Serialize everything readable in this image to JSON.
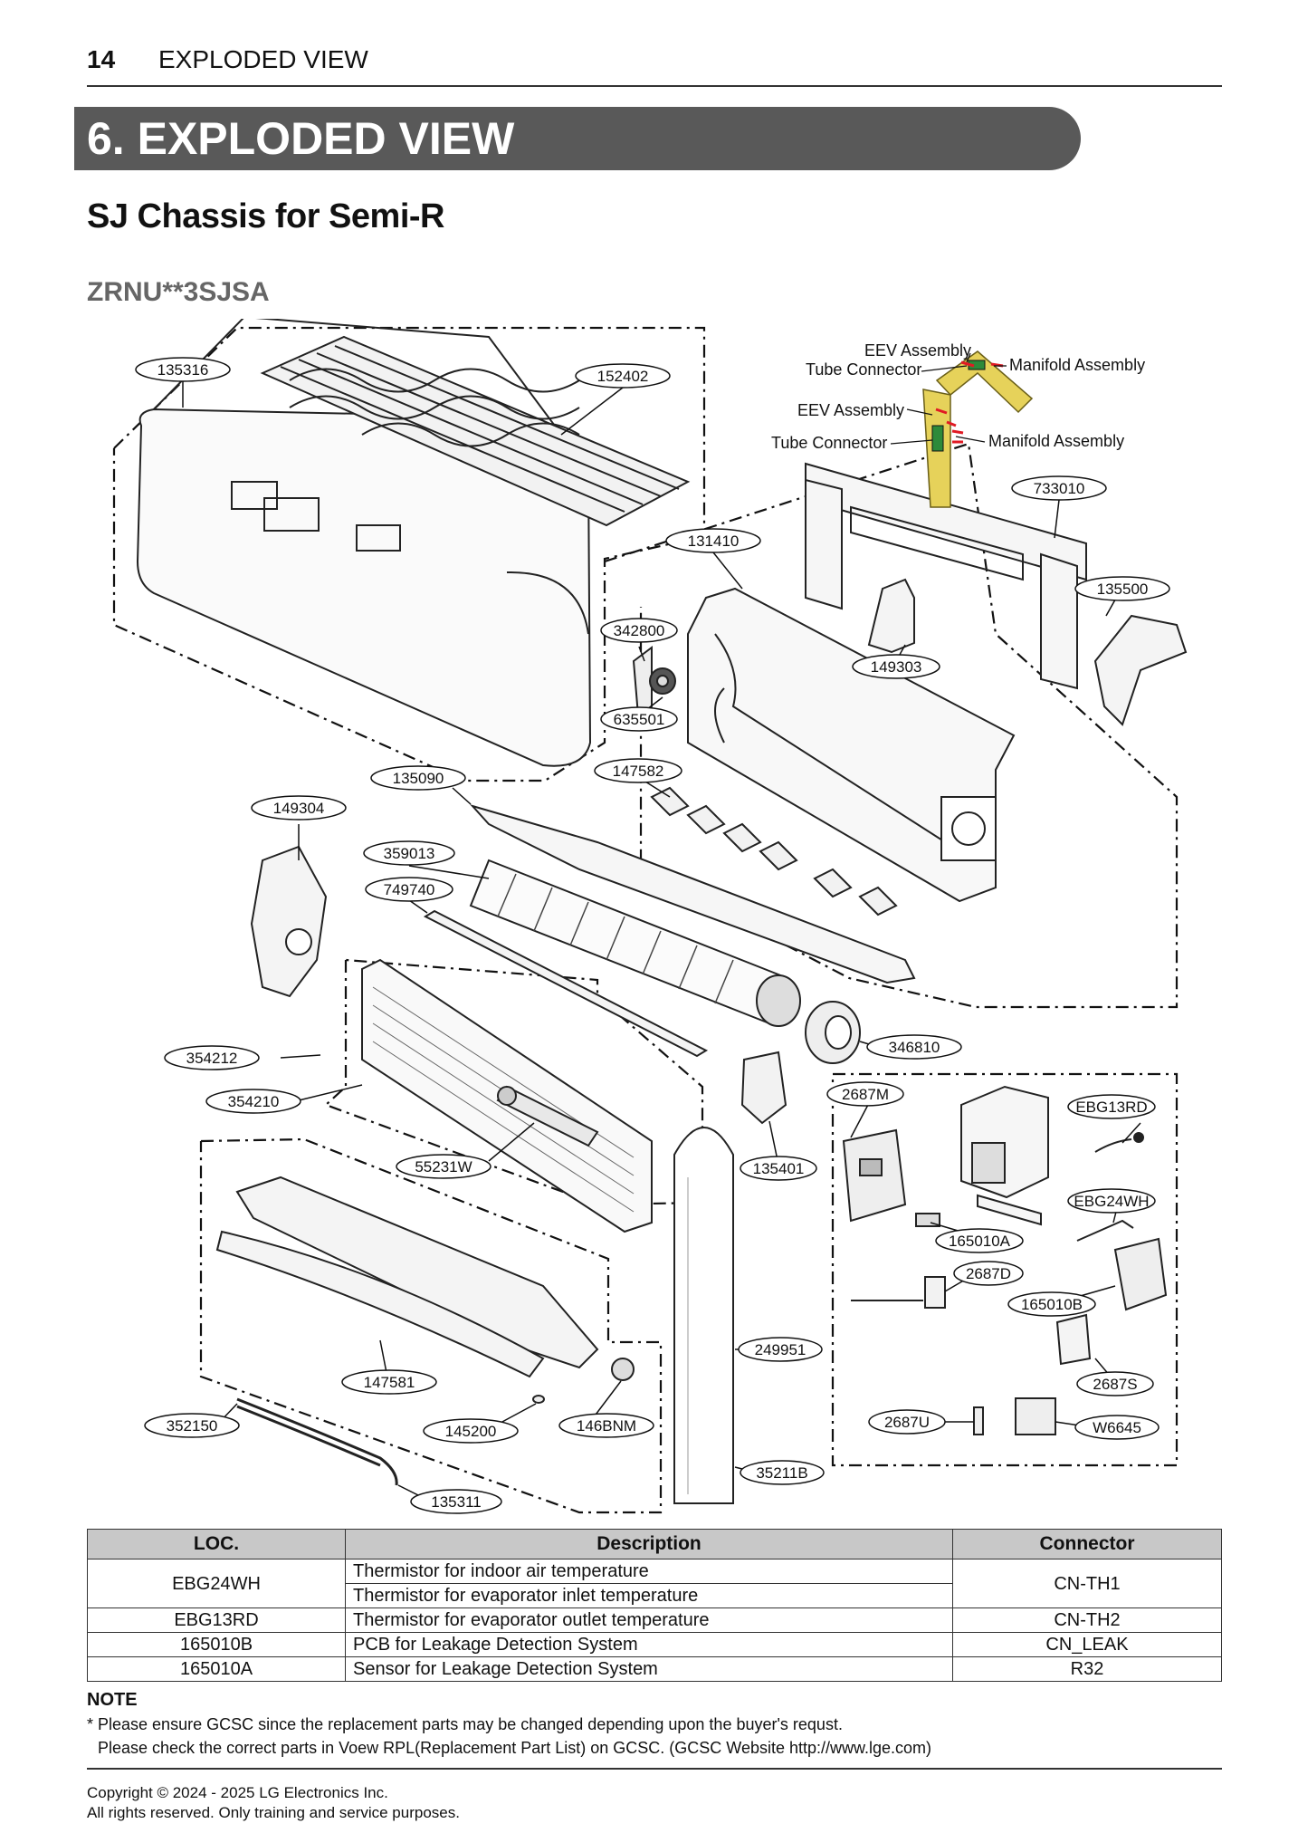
{
  "header": {
    "page_number": "14",
    "section": "EXPLODED VIEW"
  },
  "banner": {
    "title": "6. EXPLODED VIEW"
  },
  "subtitle": "SJ Chassis for Semi-R",
  "model": "ZRNU**3SJSA",
  "diagram": {
    "callouts": {
      "p135316": "135316",
      "p152402": "152402",
      "p733010": "733010",
      "p131410": "131410",
      "p135500": "135500",
      "p342800": "342800",
      "p149303": "149303",
      "p635501": "635501",
      "p147582": "147582",
      "p135090": "135090",
      "p149304": "149304",
      "p359013": "359013",
      "p749740": "749740",
      "p354212": "354212",
      "p346810": "346810",
      "p354210": "354210",
      "p2687M": "2687M",
      "pEBG13RD": "EBG13RD",
      "p55231W": "55231W",
      "p135401": "135401",
      "pEBG24WH": "EBG24WH",
      "p165010A": "165010A",
      "p2687D": "2687D",
      "p165010B": "165010B",
      "p249951": "249951",
      "p147581": "147581",
      "p2687S": "2687S",
      "p352150": "352150",
      "p145200": "145200",
      "p146BNM": "146BNM",
      "p2687U": "2687U",
      "pW6645": "W6645",
      "p35211B": "35211B",
      "p135311": "135311"
    },
    "pipe_labels": {
      "eev_top": "EEV Assembly",
      "tube_top": "Tube Connector",
      "manifold_top": "Manifold Assembly",
      "eev_mid": "EEV Assembly",
      "tube_bottom": "Tube Connector",
      "manifold_bottom": "Manifold Assembly"
    }
  },
  "table": {
    "headers": [
      "LOC.",
      "Description",
      "Connector"
    ],
    "rows": [
      {
        "loc": "EBG24WH",
        "desc": [
          "Thermistor for indoor air temperature",
          "Thermistor for evaporator inlet temperature"
        ],
        "connector": "CN-TH1"
      },
      {
        "loc": "EBG13RD",
        "desc": [
          "Thermistor for evaporator outlet temperature"
        ],
        "connector": "CN-TH2"
      },
      {
        "loc": "165010B",
        "desc": [
          "PCB for Leakage Detection System"
        ],
        "connector": "CN_LEAK"
      },
      {
        "loc": "165010A",
        "desc": [
          "Sensor for Leakage Detection System"
        ],
        "connector": "R32"
      }
    ]
  },
  "note": {
    "heading": "NOTE",
    "line1": "* Please ensure GCSC since the replacement parts may be changed depending upon the buyer's requst.",
    "line2": "Please check the correct parts in Voew RPL(Replacement Part List) on GCSC. (GCSC Website http://www.lge.com)"
  },
  "footer": {
    "copyright": "Copyright © 2024 - 2025 LG Electronics Inc.",
    "rights": "All rights reserved. Only training and service purposes."
  }
}
